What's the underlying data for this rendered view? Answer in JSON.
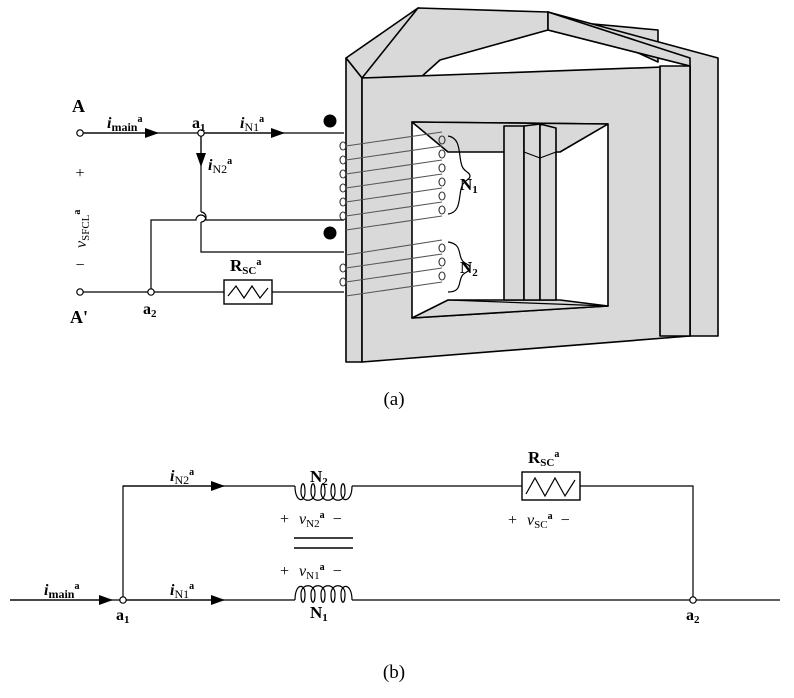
{
  "labels": {
    "terminal_A": "A",
    "terminal_A_prime": "A'",
    "node_a": "a",
    "sub_1": "1",
    "sub_2": "2",
    "i_symbol": "i",
    "v_symbol": "v",
    "sub_main": "main",
    "sub_N1": "N1",
    "sub_N2": "N2",
    "sub_SFCL": "SFCL",
    "sub_SC": "SC",
    "sup_a": "a",
    "R": "R",
    "N": "N",
    "plus": "+",
    "minus": "−",
    "caption_a": "(a)",
    "caption_b": "(b)"
  }
}
